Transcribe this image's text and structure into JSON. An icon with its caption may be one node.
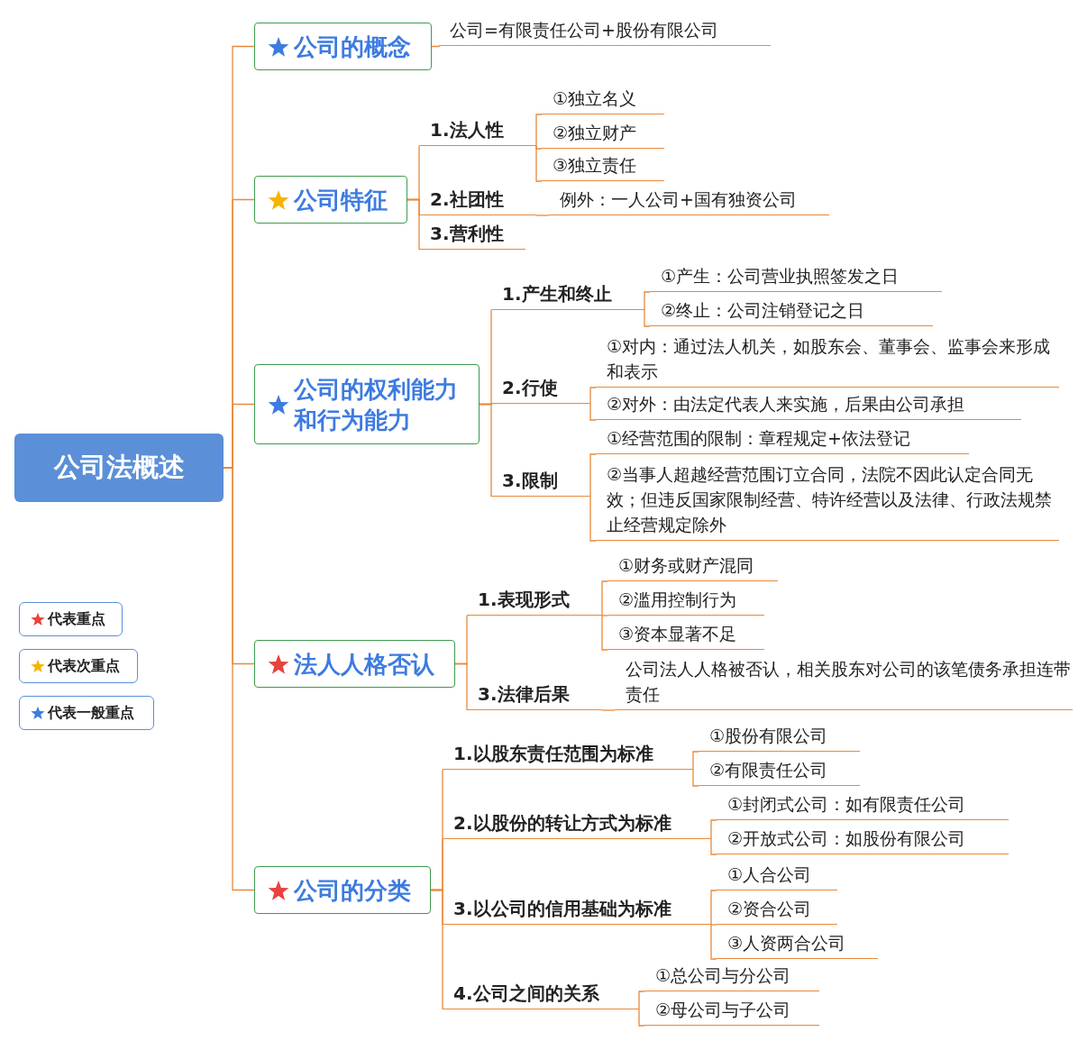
{
  "diagram": {
    "nodes": [
      {
        "text": [
          "公司法概述"
        ]
      },
      {
        "text": [
          "公司的概念"
        ]
      },
      {
        "text": [
          "公司=有限责任公司+股份有限公司"
        ]
      },
      {
        "text": [
          "公司特征"
        ]
      },
      {
        "text": [
          "1.法人性"
        ]
      },
      {
        "text": [
          "①独立名义"
        ]
      },
      {
        "text": [
          "②独立财产"
        ]
      },
      {
        "text": [
          "③独立责任"
        ]
      },
      {
        "text": [
          "2.社团性"
        ]
      },
      {
        "text": [
          "例外：一人公司+国有独资公司"
        ]
      },
      {
        "text": [
          "3.营利性"
        ]
      },
      {
        "text": [
          "公司的权利能力和行为能力"
        ]
      },
      {
        "text": [
          "1.产生和终止"
        ]
      },
      {
        "text": [
          "①产生：公司营业执照签发之日"
        ]
      },
      {
        "text": [
          "②终止：公司注销登记之日"
        ]
      },
      {
        "text": [
          "2.行使"
        ]
      },
      {
        "text": [
          "①对内：通过法人机关，如股东会、董事会、监事会来形成和表示"
        ]
      },
      {
        "text": [
          "②对外：由法定代表人来实施，后果由公司承担"
        ]
      },
      {
        "text": [
          "3.限制"
        ]
      },
      {
        "text": [
          "①经营范围的限制：章程规定+依法登记"
        ]
      },
      {
        "text": [
          "②当事人超越经营范围订立合同，法院不因此认定合同无效；但违反国家限制经营、特许经营以及法律、行政法规禁止经营规定除外"
        ]
      },
      {
        "text": [
          "法人人格否认"
        ]
      },
      {
        "text": [
          "1.表现形式"
        ]
      },
      {
        "text": [
          "①财务或财产混同"
        ]
      },
      {
        "text": [
          "②滥用控制行为"
        ]
      },
      {
        "text": [
          "③资本显著不足"
        ]
      },
      {
        "text": [
          "3.法律后果"
        ]
      },
      {
        "text": [
          "公司法人人格被否认，相关股东对公司的该笔债务承担连带责任"
        ]
      },
      {
        "text": [
          "公司的分类"
        ]
      },
      {
        "text": [
          "1.以股东责任范围为标准"
        ]
      },
      {
        "text": [
          "①股份有限公司"
        ]
      },
      {
        "text": [
          "②有限责任公司"
        ]
      },
      {
        "text": [
          "2.以股份的转让方式为标准"
        ]
      },
      {
        "text": [
          "①封闭式公司：如有限责任公司"
        ]
      },
      {
        "text": [
          "②开放式公司：如股份有限公司"
        ]
      },
      {
        "text": [
          "3.以公司的信用基础为标准"
        ]
      },
      {
        "text": [
          "①人合公司"
        ]
      },
      {
        "text": [
          "②资合公司"
        ]
      },
      {
        "text": [
          "③人资两合公司"
        ]
      },
      {
        "text": [
          "4.公司之间的关系"
        ]
      },
      {
        "text": [
          "①总公司与分公司"
        ]
      },
      {
        "text": [
          "②母公司与子公司"
        ]
      }
    ],
    "edges": [
      {
        "from": 0,
        "to": 1,
        "arrow": "none"
      },
      {
        "from": 0,
        "to": 3,
        "arrow": "none"
      },
      {
        "from": 0,
        "to": 11,
        "arrow": "none"
      },
      {
        "from": 0,
        "to": 21,
        "arrow": "none"
      },
      {
        "from": 0,
        "to": 28,
        "arrow": "none"
      },
      {
        "from": 1,
        "to": 2,
        "arrow": "none"
      },
      {
        "from": 3,
        "to": 4,
        "arrow": "none"
      },
      {
        "from": 3,
        "to": 8,
        "arrow": "none"
      },
      {
        "from": 3,
        "to": 10,
        "arrow": "none"
      },
      {
        "from": 4,
        "to": 5,
        "arrow": "none"
      },
      {
        "from": 4,
        "to": 6,
        "arrow": "none"
      },
      {
        "from": 4,
        "to": 7,
        "arrow": "none"
      },
      {
        "from": 8,
        "to": 9,
        "arrow": "none"
      },
      {
        "from": 11,
        "to": 12,
        "arrow": "none"
      },
      {
        "from": 11,
        "to": 15,
        "arrow": "none"
      },
      {
        "from": 11,
        "to": 18,
        "arrow": "none"
      },
      {
        "from": 12,
        "to": 13,
        "arrow": "none"
      },
      {
        "from": 12,
        "to": 14,
        "arrow": "none"
      },
      {
        "from": 15,
        "to": 16,
        "arrow": "none"
      },
      {
        "from": 15,
        "to": 17,
        "arrow": "none"
      },
      {
        "from": 18,
        "to": 19,
        "arrow": "none"
      },
      {
        "from": 18,
        "to": 20,
        "arrow": "none"
      },
      {
        "from": 21,
        "to": 22,
        "arrow": "none"
      },
      {
        "from": 21,
        "to": 26,
        "arrow": "none"
      },
      {
        "from": 22,
        "to": 23,
        "arrow": "none"
      },
      {
        "from": 22,
        "to": 24,
        "arrow": "none"
      },
      {
        "from": 22,
        "to": 25,
        "arrow": "none"
      },
      {
        "from": 26,
        "to": 27,
        "arrow": "none"
      },
      {
        "from": 28,
        "to": 29,
        "arrow": "none"
      },
      {
        "from": 28,
        "to": 32,
        "arrow": "none"
      },
      {
        "from": 28,
        "to": 35,
        "arrow": "none"
      },
      {
        "from": 28,
        "to": 39,
        "arrow": "none"
      },
      {
        "from": 29,
        "to": 30,
        "arrow": "none"
      },
      {
        "from": 29,
        "to": 31,
        "arrow": "none"
      },
      {
        "from": 32,
        "to": 33,
        "arrow": "none"
      },
      {
        "from": 32,
        "to": 34,
        "arrow": "none"
      },
      {
        "from": 35,
        "to": 36,
        "arrow": "none"
      },
      {
        "from": 35,
        "to": 37,
        "arrow": "none"
      },
      {
        "from": 35,
        "to": 38,
        "arrow": "none"
      },
      {
        "from": 39,
        "to": 40,
        "arrow": "none"
      },
      {
        "from": 39,
        "to": 41,
        "arrow": "none"
      }
    ],
    "legend": [
      {
        "text": "代表重点",
        "color": "#e8423f"
      },
      {
        "text": "代表次重点",
        "color": "#f5b400"
      },
      {
        "text": "代表一般重点",
        "color": "#3d7be0"
      }
    ]
  }
}
